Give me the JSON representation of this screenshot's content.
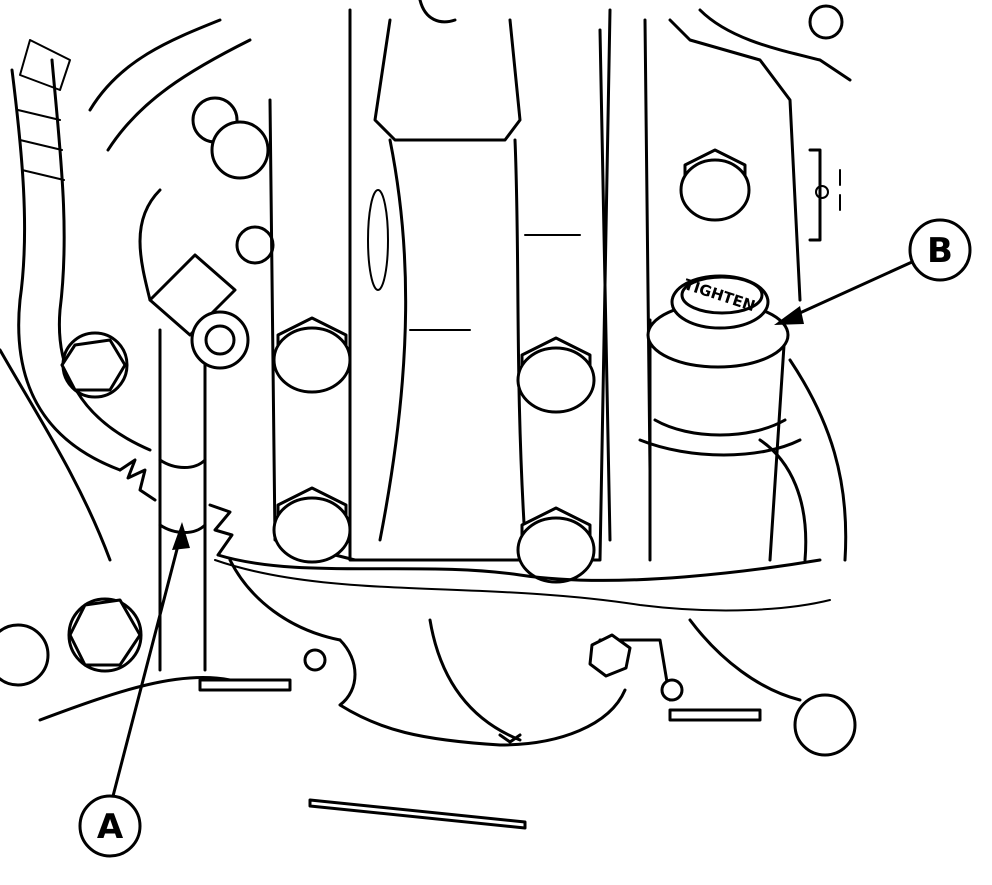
{
  "callouts": {
    "a": {
      "letter": "A"
    },
    "b": {
      "letter": "B"
    }
  },
  "cap_marking": "TIGHTEN",
  "colors": {
    "line": "#000000",
    "background": "#ffffff"
  }
}
